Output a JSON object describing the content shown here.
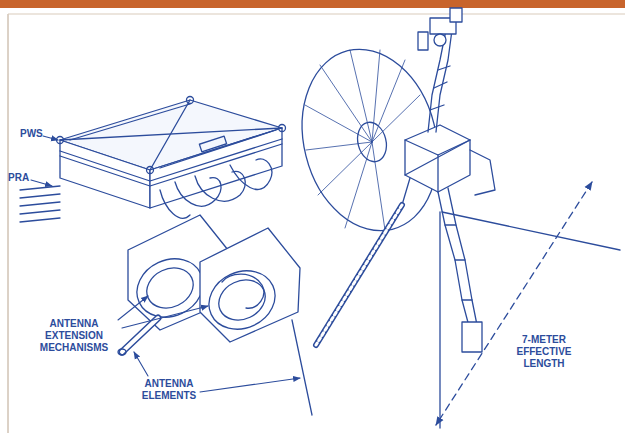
{
  "diagram": {
    "labels": [
      "PWS",
      "PRA",
      "ANTENNA EXTENSION MECHANISMS",
      "ANTENNA ELEMENTS",
      "7-METER EFFECTIVE LENGTH"
    ]
  }
}
